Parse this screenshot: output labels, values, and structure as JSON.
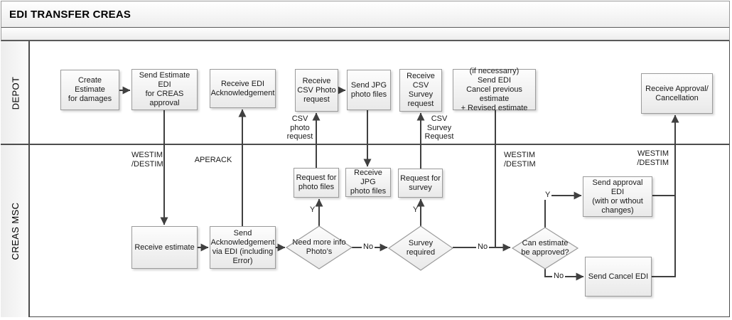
{
  "title": "EDI TRANSFER CREAS",
  "lanes": {
    "depot": "DEPOT",
    "creas_msc": "CREAS MSC"
  },
  "nodes": {
    "create_estimate": "Create Estimate\nfor damages",
    "send_estimate_edi": "Send Estimate EDI\nfor CREAS approval",
    "receive_edi_ack": "Receive EDI\nAcknowledgement",
    "receive_csv_photo_request": "Receive\nCSV Photo\nrequest",
    "send_jpg_photo_files": "Send JPG\nphoto files",
    "receive_csv_survey_request": "Receive\nCSV Survey\nrequest",
    "cancel_revised_estimate": "(if necessarry)\nSend EDI\nCancel previous estimate\n+ Revised estimate",
    "receive_approval_cancellation": "Receive Approval/\nCancellation",
    "receive_estimate": "Receive estimate",
    "send_acknowledgement": "Send\nAcknowledgement\nvia EDI (including\nError)",
    "need_more_info": "Need more info\nPhoto’s",
    "request_photo_files": "Request for\nphoto files",
    "receive_jpg_photo_files": "Receive JPG\nphoto files",
    "request_survey": "Request for\nsurvey",
    "survey_required": "Survey\nrequired",
    "can_estimate_be_approved": "Can estimate\nbe approved?",
    "send_approval_edi": "Send approval EDI\n(with or wthout\nchanges)",
    "send_cancel_edi": "Send Cancel EDI"
  },
  "edge_labels": {
    "westim_destim_left": "WESTIM\n/DESTIM",
    "aperack": "APERACK",
    "csv_photo_request": "CSV\nphoto\nrequest",
    "csv_survey_request": "CSV\nSurvey\nRequest",
    "westim_destim_mid": "WESTIM\n/DESTIM",
    "westim_destim_right": "WESTIM\n/DESTIM",
    "yes_photo": "Y",
    "yes_survey": "Y",
    "yes_approved": "Y",
    "no_photo": "No",
    "no_survey": "No",
    "no_approved": "No"
  },
  "colors": {
    "connector": "#404040",
    "frame": "#4d4d4d",
    "box_border": "#9b9b9b",
    "box_fill_top": "#fdfdfd",
    "box_fill_bottom": "#e9e9e9"
  }
}
